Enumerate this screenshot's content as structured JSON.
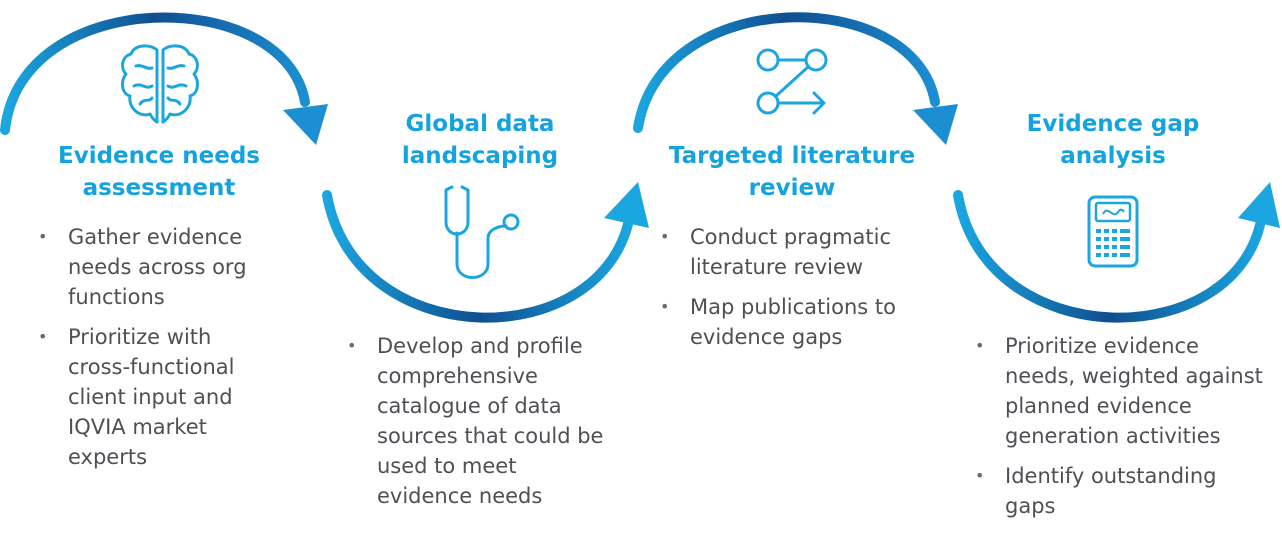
{
  "colors": {
    "title": "#14a3de",
    "text": "#4f4f55",
    "arc_dark": "#0f4f91",
    "arc_light": "#1ba6e0"
  },
  "steps": [
    {
      "icon": "brain-icon",
      "title": "Evidence needs assessment",
      "bullets": [
        "Gather evidence needs across org functions",
        "Prioritize with cross-functional client input and IQVIA market experts"
      ]
    },
    {
      "icon": "stethoscope-icon",
      "title": "Global data landscaping",
      "bullets": [
        "Develop and profile comprehensive catalogue of data sources that could be used to meet evidence needs"
      ]
    },
    {
      "icon": "workflow-icon",
      "title": "Targeted literature review",
      "bullets": [
        "Conduct pragmatic literature review",
        "Map publications to evidence gaps"
      ]
    },
    {
      "icon": "calculator-icon",
      "title": "Evidence gap analysis",
      "bullets": [
        "Prioritize evidence needs, weighted against planned evidence generation activities",
        "Identify outstanding gaps"
      ]
    }
  ]
}
